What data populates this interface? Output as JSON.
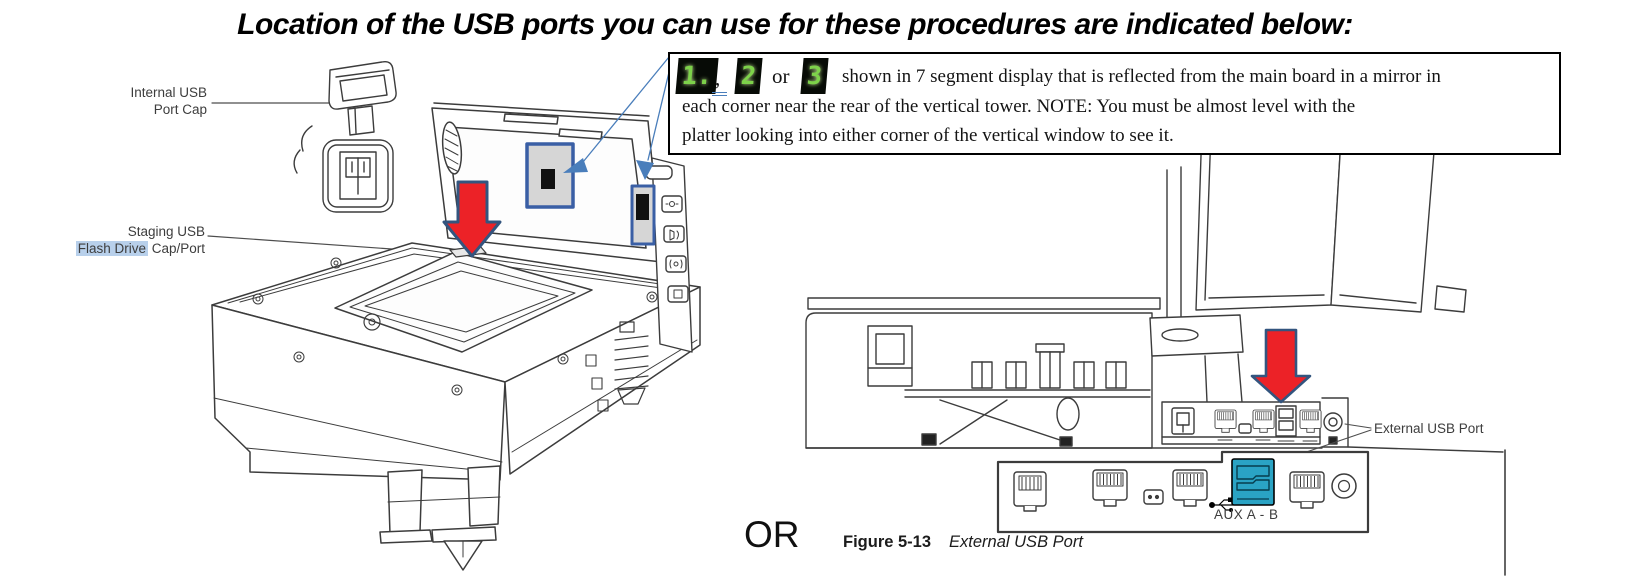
{
  "page": {
    "title": "Location of the USB ports you can use for these procedures are indicated below:",
    "or_label": "OR"
  },
  "info_box": {
    "digit_1": "1.",
    "comma": ",",
    "digit_2": "2",
    "or_word": "or",
    "digit_3": "3",
    "line_1": "shown in 7 segment display that is reflected from the main board in a mirror in",
    "line_2": "each corner near the rear of the vertical tower.  NOTE: You must be almost level with the",
    "line_3": "platter looking into either corner of the vertical window to see it."
  },
  "left_diagram": {
    "internal_usb_label_line1": "Internal USB",
    "internal_usb_label_line2": "Port Cap",
    "staging_label_line1": "Staging USB",
    "staging_label_highlight": "Flash Drive",
    "staging_label_rest": " Cap/Port"
  },
  "right_diagram": {
    "external_usb_label": "External USB Port",
    "aux_label": "AUX A - B"
  },
  "figure_caption": {
    "number": "Figure 5-13",
    "title": "External USB Port"
  },
  "colors": {
    "arrow_red": "#ec2227",
    "arrow_outline_navy": "#33557f",
    "callout_blue": "#4a7ebb",
    "display_frame_blue": "#3a5fa5",
    "usb_highlight_teal": "#2aa3c4",
    "label_highlight_blue": "#b8d0eb",
    "segment_display_green": "#7dd24a"
  }
}
